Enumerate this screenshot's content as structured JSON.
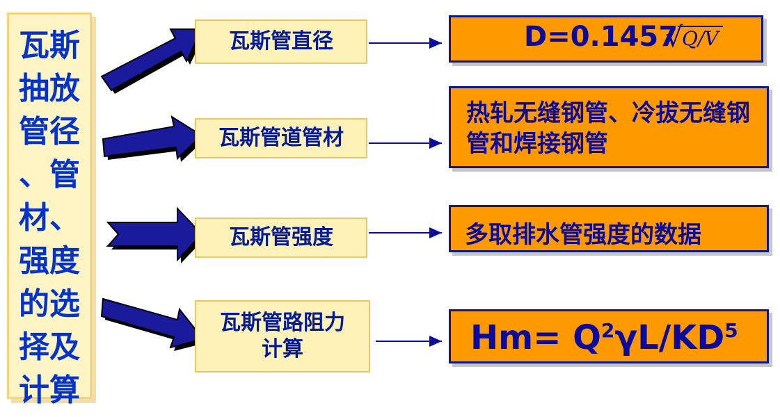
{
  "title": {
    "text": "瓦斯\n抽放\n管径\n、管\n材、\n强度\n的选\n择及\n计算"
  },
  "items": [
    {
      "label": "瓦斯管直径"
    },
    {
      "label": "瓦斯管道管材"
    },
    {
      "label": "瓦斯管强度"
    },
    {
      "label": "瓦斯管路阻力\n计算"
    }
  ],
  "results": {
    "r1": {
      "formula": "D=0.1457",
      "radicand": "Q/V"
    },
    "r2": {
      "text": "热轧无缝钢管、冷拔无缝钢管和焊接钢管"
    },
    "r3": {
      "text": "多取排水管强度的数据"
    },
    "r4": {
      "formula_main": "Hm= Q",
      "formula_sup": "2",
      "formula_rest": "γL/KD",
      "formula_sup2": "5"
    }
  },
  "colors": {
    "accent_blue": "#0a1a8c",
    "orange": "#ff9900",
    "pale_yellow": "#fff2b8"
  }
}
